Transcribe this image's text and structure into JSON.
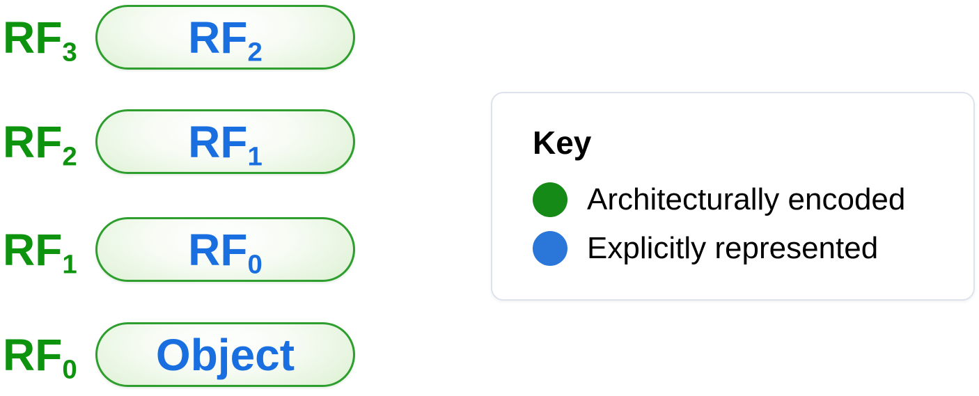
{
  "diagram": {
    "rows": [
      {
        "label_base": "RF",
        "label_sub": "3",
        "pill_base": "RF",
        "pill_sub": "2"
      },
      {
        "label_base": "RF",
        "label_sub": "2",
        "pill_base": "RF",
        "pill_sub": "1"
      },
      {
        "label_base": "RF",
        "label_sub": "1",
        "pill_base": "RF",
        "pill_sub": "0"
      },
      {
        "label_base": "RF",
        "label_sub": "0",
        "pill_base": "Object",
        "pill_sub": ""
      }
    ]
  },
  "key": {
    "title": "Key",
    "items": [
      {
        "label": "Architecturally encoded",
        "color": "#168a16",
        "icon": "circle"
      },
      {
        "label": "Explicitly represented",
        "color": "#2b77d9",
        "icon": "circle"
      }
    ]
  },
  "colors": {
    "architectural_green_text": "#0e930e",
    "represented_blue_text": "#1a6fe0",
    "pill_border_green": "#2e9e2e",
    "pill_fill_green": "#d3ecca",
    "key_border_gray": "#dde3ec",
    "legend_green": "#168a16",
    "legend_blue": "#2b77d9"
  }
}
